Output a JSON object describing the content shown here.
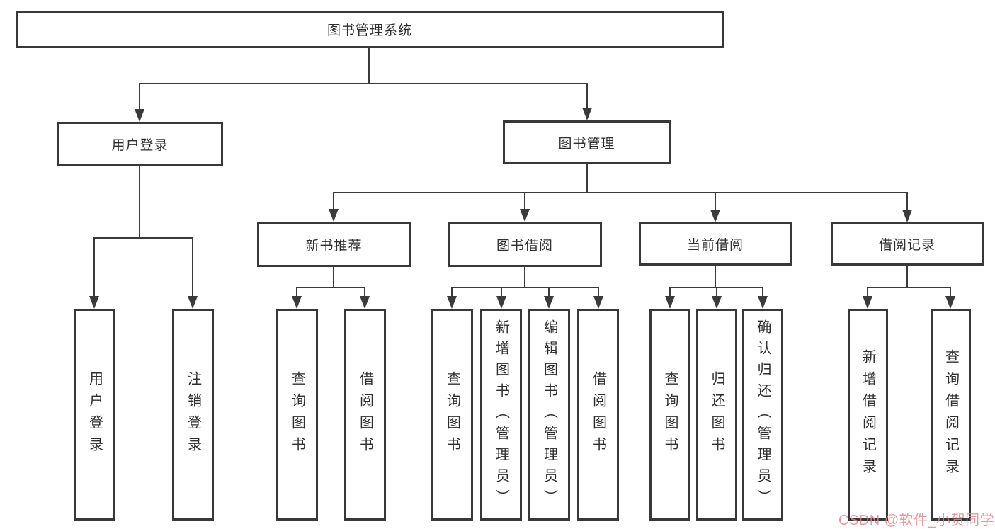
{
  "diagram": {
    "title": "图书管理系统",
    "root": {
      "label": "图书管理系统"
    },
    "level2": [
      {
        "label": "用户登录"
      },
      {
        "label": "图书管理"
      }
    ],
    "level3": [
      {
        "label": "新书推荐"
      },
      {
        "label": "图书借阅"
      },
      {
        "label": "当前借阅"
      },
      {
        "label": "借阅记录"
      }
    ],
    "leaves": {
      "user_login": [
        "用户登录",
        "注销登录"
      ],
      "new_books": [
        "查询图书",
        "借阅图书"
      ],
      "book_borrow": [
        "查询图书",
        "新增图书（管理员）",
        "编辑图书（管理员）",
        "借阅图书"
      ],
      "current_borrow": [
        "查询图书",
        "归还图书",
        "确认归还（管理员）"
      ],
      "borrow_records": [
        "新增借阅记录",
        "查询借阅记录"
      ]
    }
  },
  "watermark": {
    "text": "CSDN @软件_小贺同学",
    "color": "#e8848c"
  },
  "colors": {
    "line": "#3a3a3a",
    "box_border": "#383838",
    "text": "#2f2f2f",
    "background": "#ffffff"
  }
}
